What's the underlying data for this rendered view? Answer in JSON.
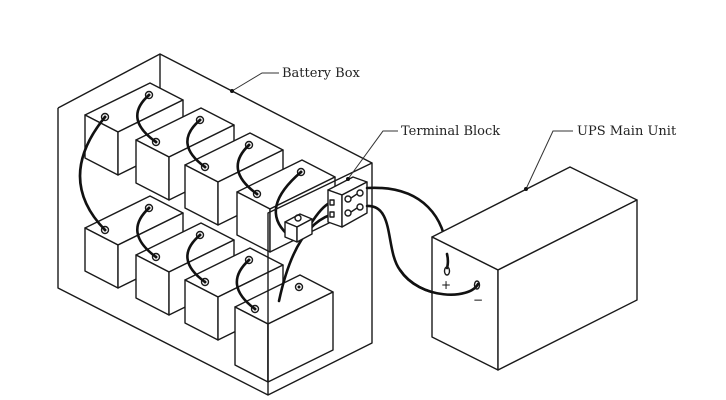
{
  "labels": {
    "battery_box": "Battery Box",
    "terminal_block": "Terminal Block",
    "ups_main_unit": "UPS Main Unit"
  },
  "ups_terminals": {
    "positive": "+",
    "negative": "−"
  },
  "battery_count": 8,
  "colors": {
    "line": "#1a1a1a",
    "background": "#ffffff"
  }
}
